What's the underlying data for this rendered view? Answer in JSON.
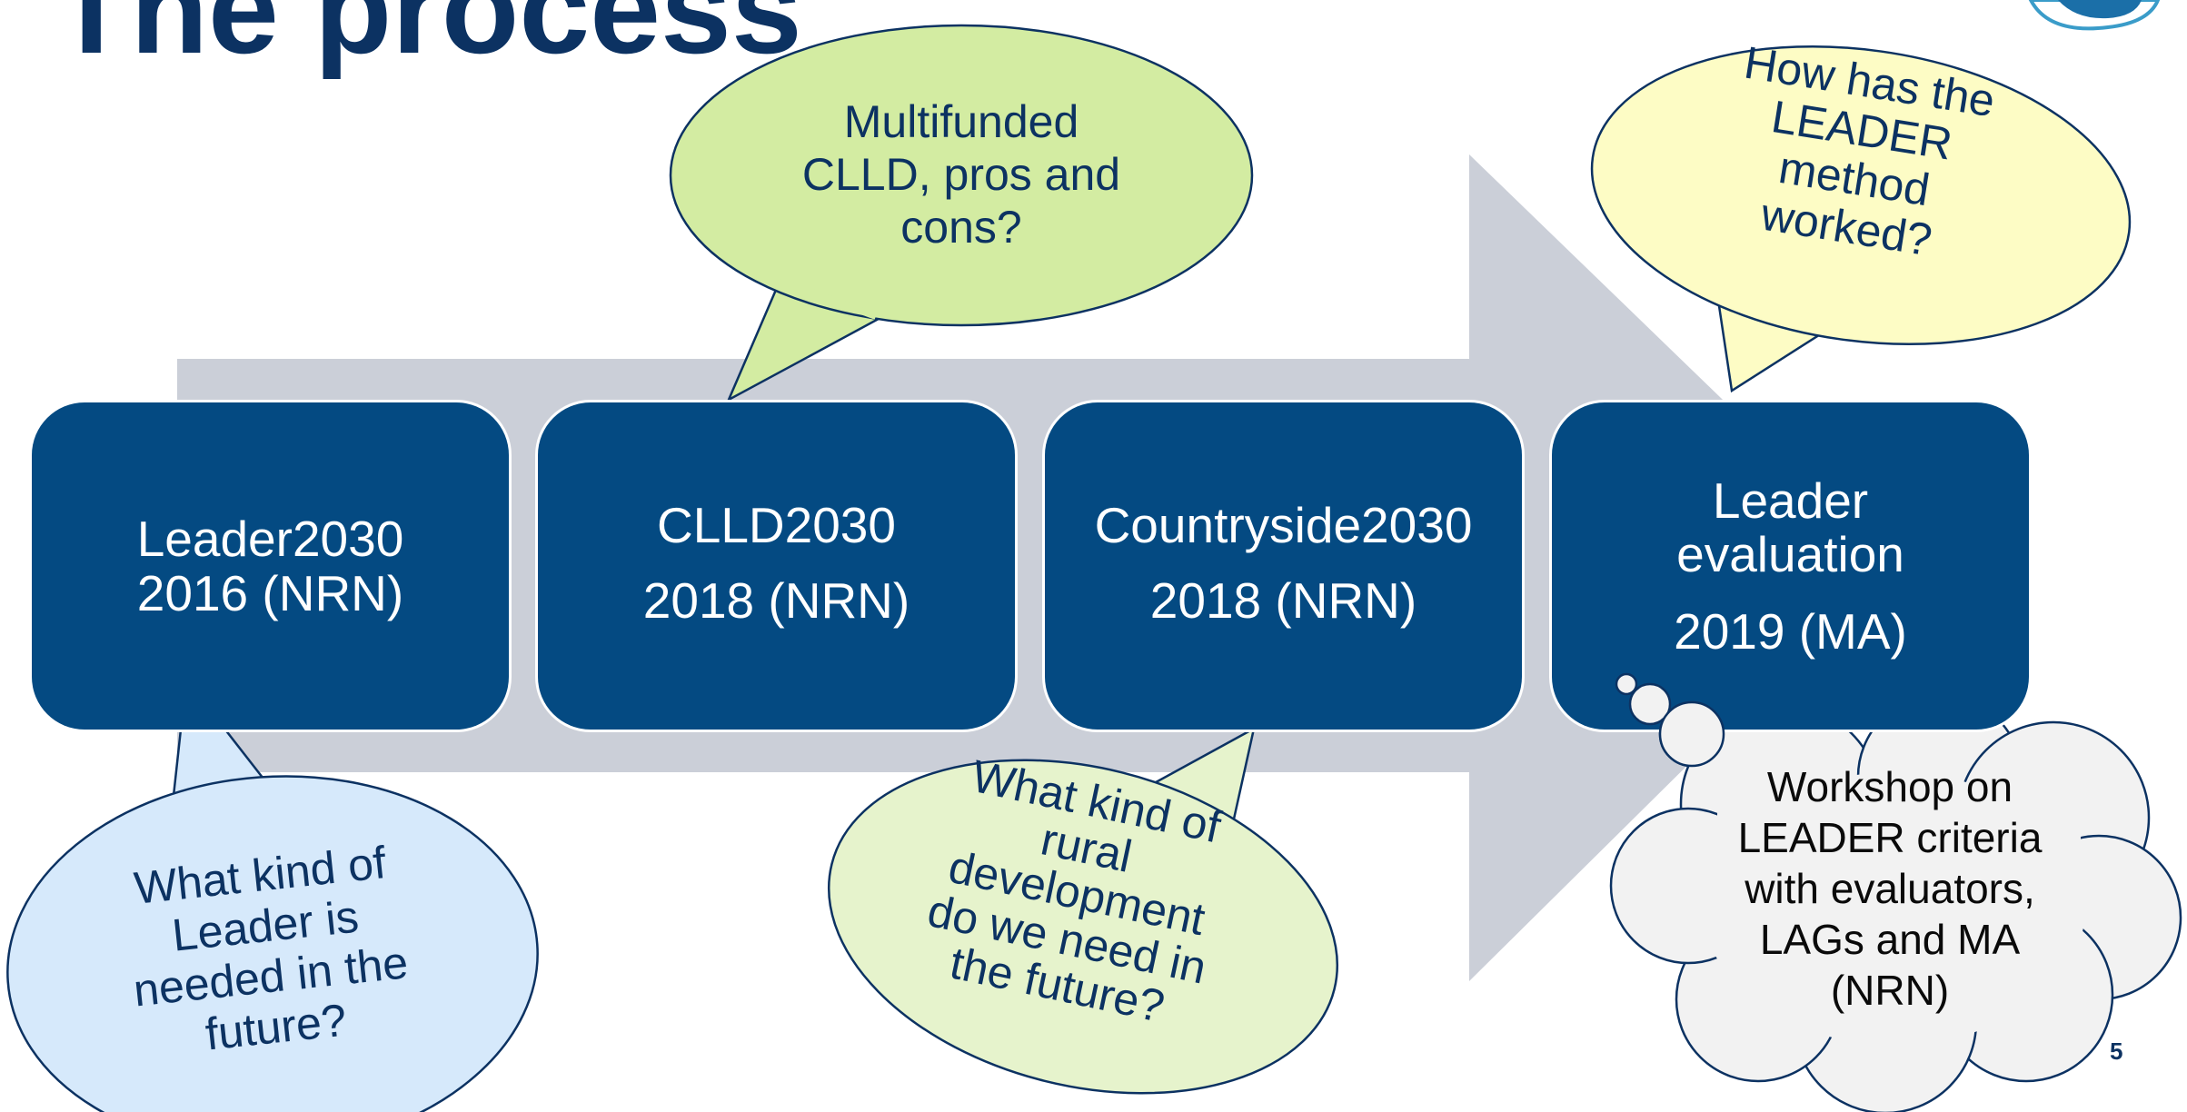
{
  "slide": {
    "title": "The process",
    "page_number": "5"
  },
  "boxes": [
    {
      "line1": "Leader2030",
      "line2": "2016 (NRN)"
    },
    {
      "line1": "CLLD2030",
      "line2": "2018 (NRN)"
    },
    {
      "line1": "Countryside2030",
      "line2": "2018 (NRN)"
    },
    {
      "line1": "Leader",
      "line2": "evaluation",
      "line3": "2019 (MA)"
    }
  ],
  "callouts": {
    "multifunded": {
      "l1": "Multifunded",
      "l2": "CLLD, pros and",
      "l3": "cons?"
    },
    "leader_method": {
      "l1": "How has the",
      "l2": "LEADER",
      "l3": "method",
      "l4": "worked?"
    },
    "leader_future": {
      "l1": "What kind of",
      "l2": "Leader is",
      "l3": "needed in the",
      "l4": "future?"
    },
    "rural_dev": {
      "l1": "What kind of",
      "l2": "rural",
      "l3": "development",
      "l4": "do we need in",
      "l5": "the future?"
    },
    "workshop": {
      "l1": "Workshop on",
      "l2": "LEADER criteria",
      "l3": "with evaluators,",
      "l4": "LAGs and MA",
      "l5": "(NRN)"
    }
  },
  "colors": {
    "title": "#0c3262",
    "box_fill": "#044a82",
    "arrow": "#cbcfd8",
    "callout_green": "#d3eca2",
    "callout_yellow": "#fdfcc5",
    "callout_blue": "#d6e9fb",
    "callout_pale_green": "#e6f3cc",
    "cloud": "#f2f2f2"
  }
}
